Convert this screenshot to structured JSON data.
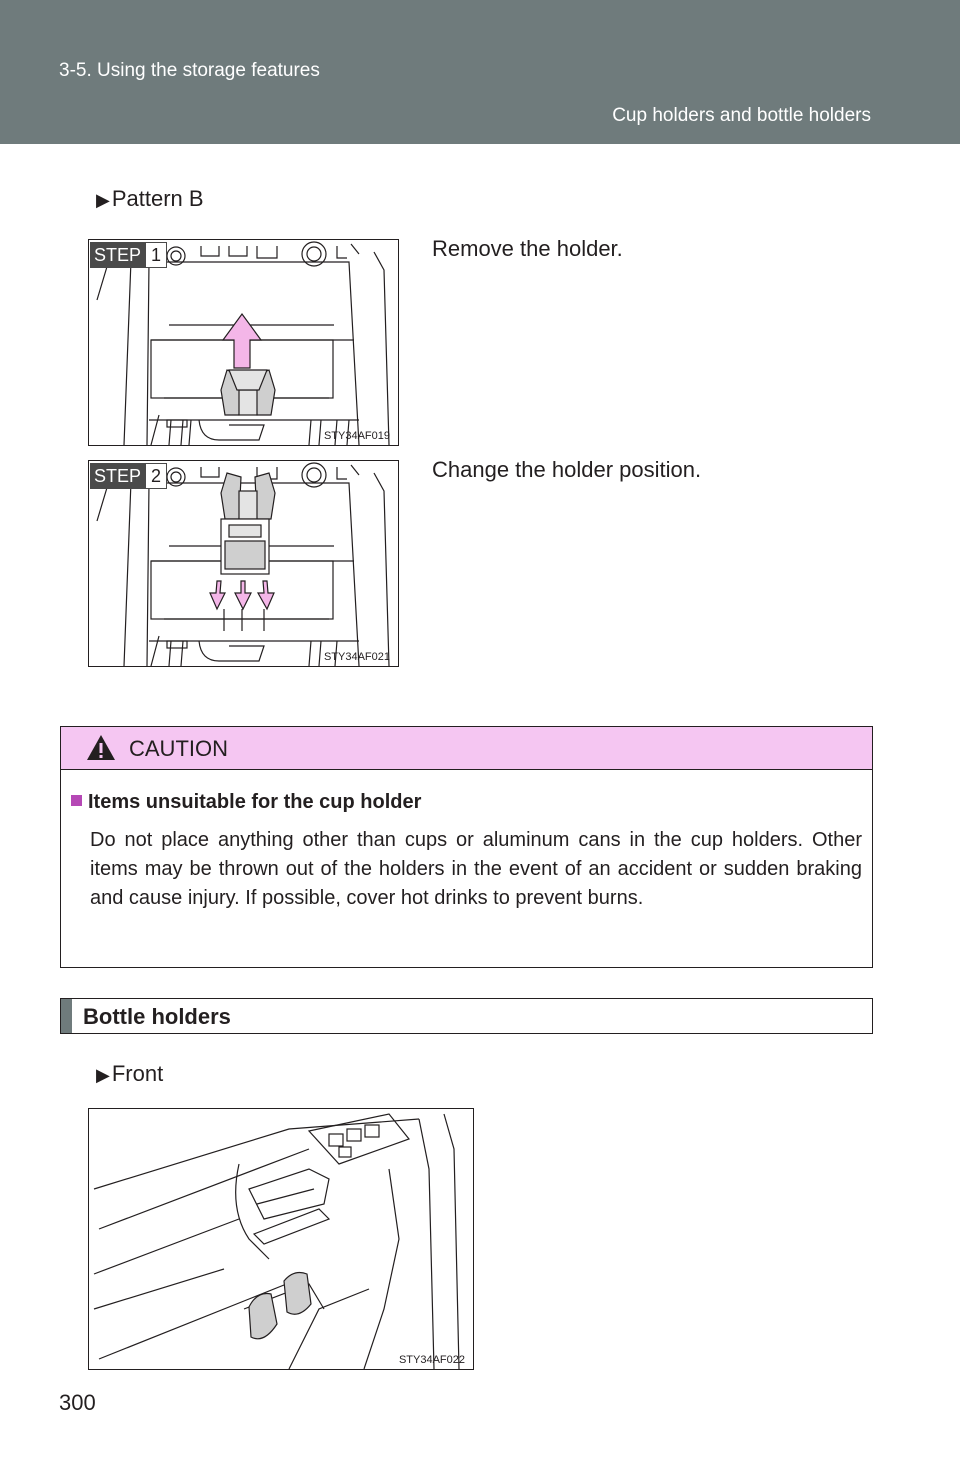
{
  "header": {
    "section": "3-5. Using the storage features",
    "title": "Cup holders and bottle holders"
  },
  "pattern_label": "Pattern B",
  "steps": [
    {
      "badge": "STEP",
      "number": "1",
      "code": "STY34AF019",
      "text": "Remove the holder."
    },
    {
      "badge": "STEP",
      "number": "2",
      "code": "STY34AF021",
      "text": "Change the holder position."
    }
  ],
  "caution": {
    "heading": "CAUTION",
    "subheading": "Items unsuitable for the cup holder",
    "body": "Do not place anything other than cups or aluminum cans in the cup holders. Other items may be thrown out of the holders in the event of an accident or sudden braking and cause injury. If possible, cover hot drinks to prevent burns."
  },
  "section_title": "Bottle holders",
  "front_label": "Front",
  "front_code": "STY34AF022",
  "page_number": "300",
  "icons": {
    "bullet": "right-triangle-icon",
    "warning": "warning-triangle-icon"
  },
  "colors": {
    "header": "#6f7b7c",
    "caution_head": "#f5c6f2",
    "arrow": "#f4b6e8"
  }
}
